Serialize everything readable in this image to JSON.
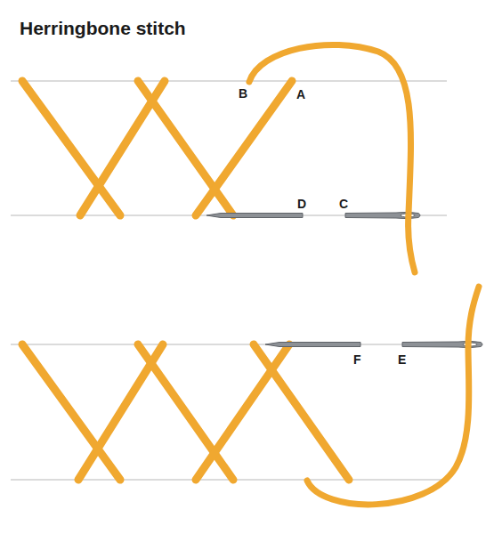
{
  "diagram": {
    "title": "Herringbone stitch",
    "labels": [
      "B",
      "A",
      "D",
      "C",
      "F",
      "E"
    ]
  }
}
